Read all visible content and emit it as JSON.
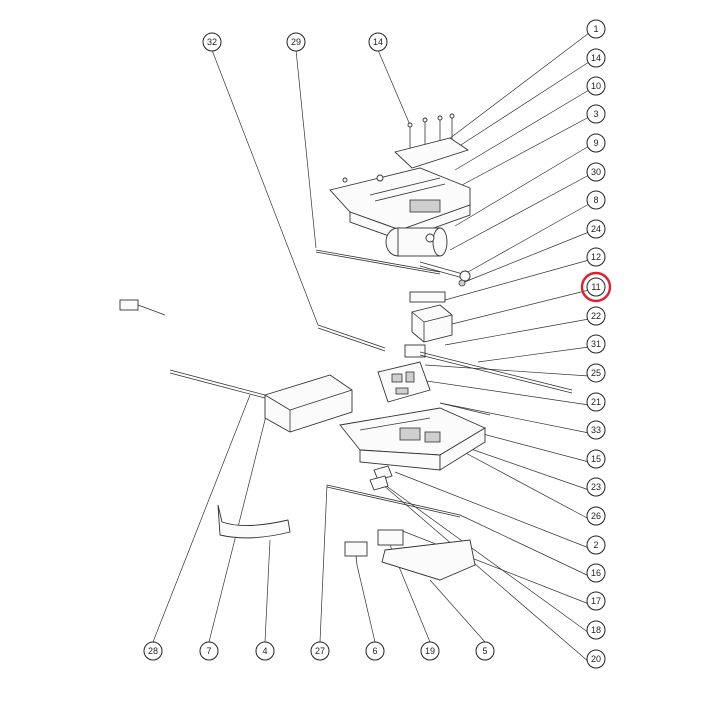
{
  "diagram": {
    "callouts": [
      "1",
      "14",
      "10",
      "3",
      "9",
      "30",
      "8",
      "24",
      "12",
      "11",
      "22",
      "31",
      "25",
      "21",
      "33",
      "15",
      "23",
      "26",
      "2",
      "16",
      "17",
      "18",
      "20",
      "32",
      "29",
      "14",
      "28",
      "7",
      "4",
      "27",
      "6",
      "19",
      "5"
    ],
    "highlighted_callout": "11",
    "highlight_color": "#e0202a"
  }
}
